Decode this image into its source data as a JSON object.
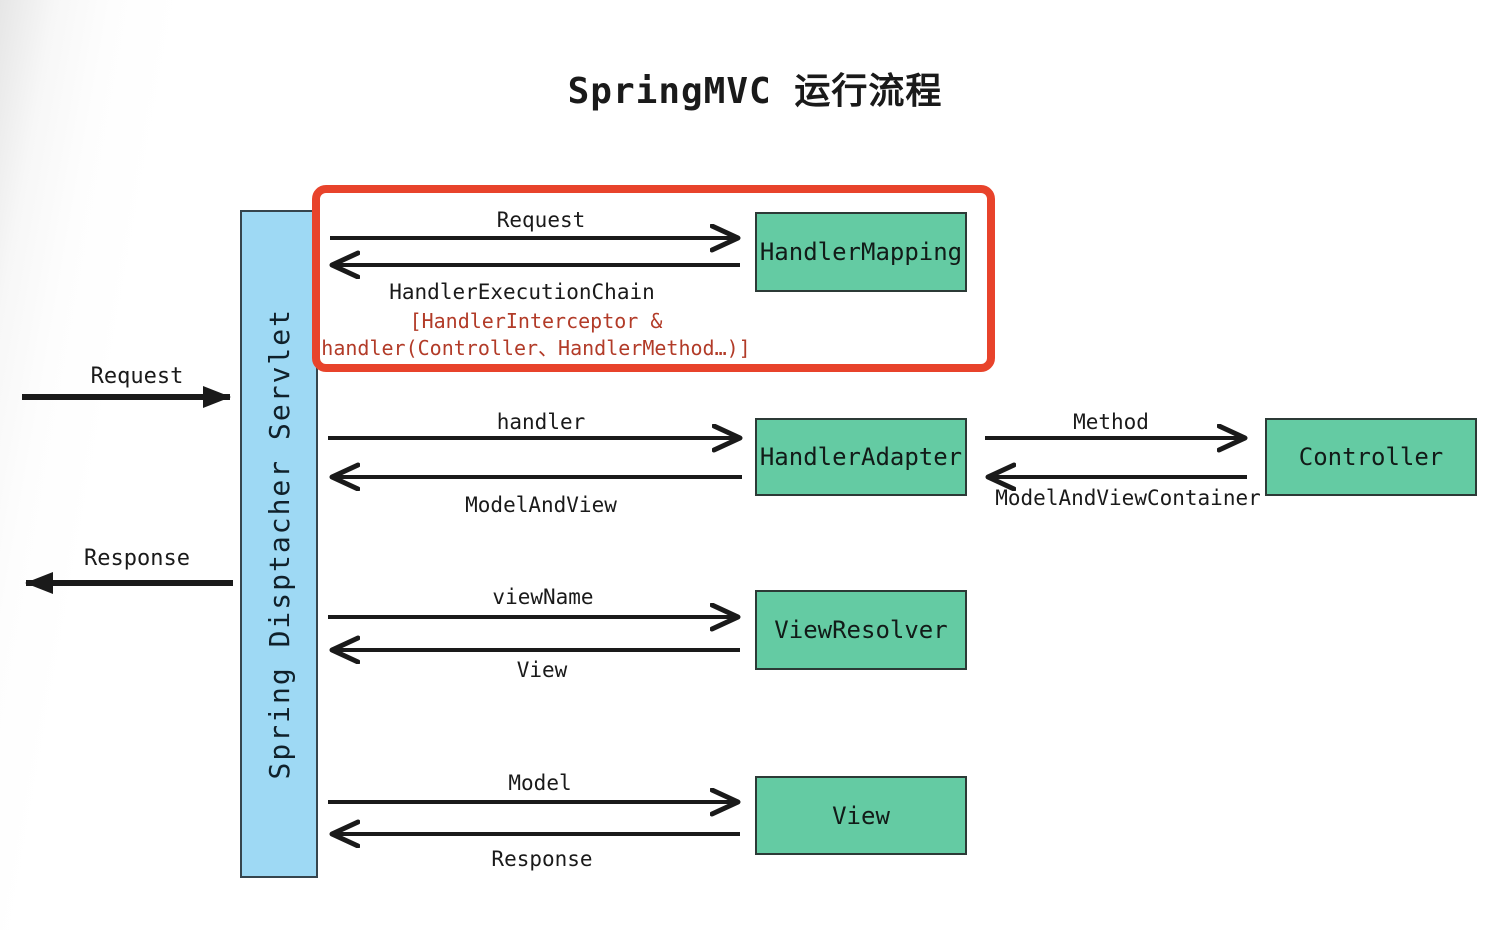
{
  "title": "SpringMVC 运行流程",
  "servlet": {
    "label": "Spring Disptacher Servlet"
  },
  "boxes": {
    "handler_mapping": "HandlerMapping",
    "handler_adapter": "HandlerAdapter",
    "controller": "Controller",
    "view_resolver": "ViewResolver",
    "view": "View"
  },
  "client": {
    "request": "Request",
    "response": "Response"
  },
  "flows": {
    "handler_mapping_request": "Request",
    "handler_mapping_return": "HandlerExecutionChain",
    "handler_mapping_note_line1": "[HandlerInterceptor &",
    "handler_mapping_note_line2": "handler(Controller、HandlerMethod…)]",
    "handler_adapter_to": "handler",
    "handler_adapter_back": "ModelAndView",
    "controller_to": "Method",
    "controller_back": "ModelAndViewContainer",
    "view_resolver_to": "viewName",
    "view_resolver_back": "View",
    "view_to": "Model",
    "view_back": "Response"
  },
  "colors": {
    "box_green": "#64CBA3",
    "servlet_blue": "#9ED9F4",
    "highlight_red": "#E8432B",
    "note_red": "#B23B28",
    "line_black": "#1A1A1A"
  }
}
